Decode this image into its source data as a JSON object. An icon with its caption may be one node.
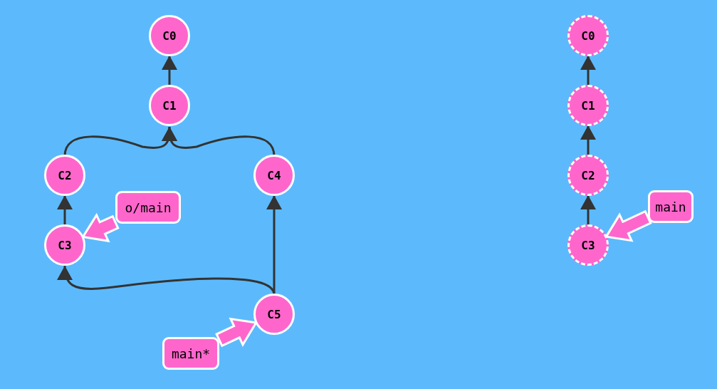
{
  "diagram": {
    "nodes": [
      {
        "text": [
          "C0"
        ]
      },
      {
        "text": [
          "C1"
        ]
      },
      {
        "text": [
          "C2"
        ]
      },
      {
        "text": [
          "C3"
        ]
      },
      {
        "text": [
          "C4"
        ]
      },
      {
        "text": [
          "C5"
        ]
      },
      {
        "text": [
          "o/main"
        ]
      },
      {
        "text": [
          "main*"
        ]
      },
      {
        "text": [
          "C0"
        ]
      },
      {
        "text": [
          "C1"
        ]
      },
      {
        "text": [
          "C2"
        ]
      },
      {
        "text": [
          "C3"
        ]
      },
      {
        "text": [
          "main"
        ]
      }
    ],
    "edges": [
      {
        "from": 1,
        "to": 0,
        "arrow": "to"
      },
      {
        "from": 2,
        "to": 1,
        "arrow": "to"
      },
      {
        "from": 4,
        "to": 1,
        "arrow": "to"
      },
      {
        "from": 3,
        "to": 2,
        "arrow": "to"
      },
      {
        "from": 5,
        "to": 4,
        "arrow": "to"
      },
      {
        "from": 5,
        "to": 3,
        "arrow": "to"
      },
      {
        "from": 6,
        "to": 3,
        "arrow": "to",
        "style": "thick",
        "color": "#ff66cc"
      },
      {
        "from": 7,
        "to": 5,
        "arrow": "to",
        "style": "thick",
        "color": "#ff66cc"
      },
      {
        "from": 9,
        "to": 8,
        "arrow": "to"
      },
      {
        "from": 10,
        "to": 9,
        "arrow": "to"
      },
      {
        "from": 11,
        "to": 10,
        "arrow": "to"
      },
      {
        "from": 12,
        "to": 11,
        "arrow": "to",
        "style": "thick",
        "color": "#ff66cc"
      }
    ]
  }
}
